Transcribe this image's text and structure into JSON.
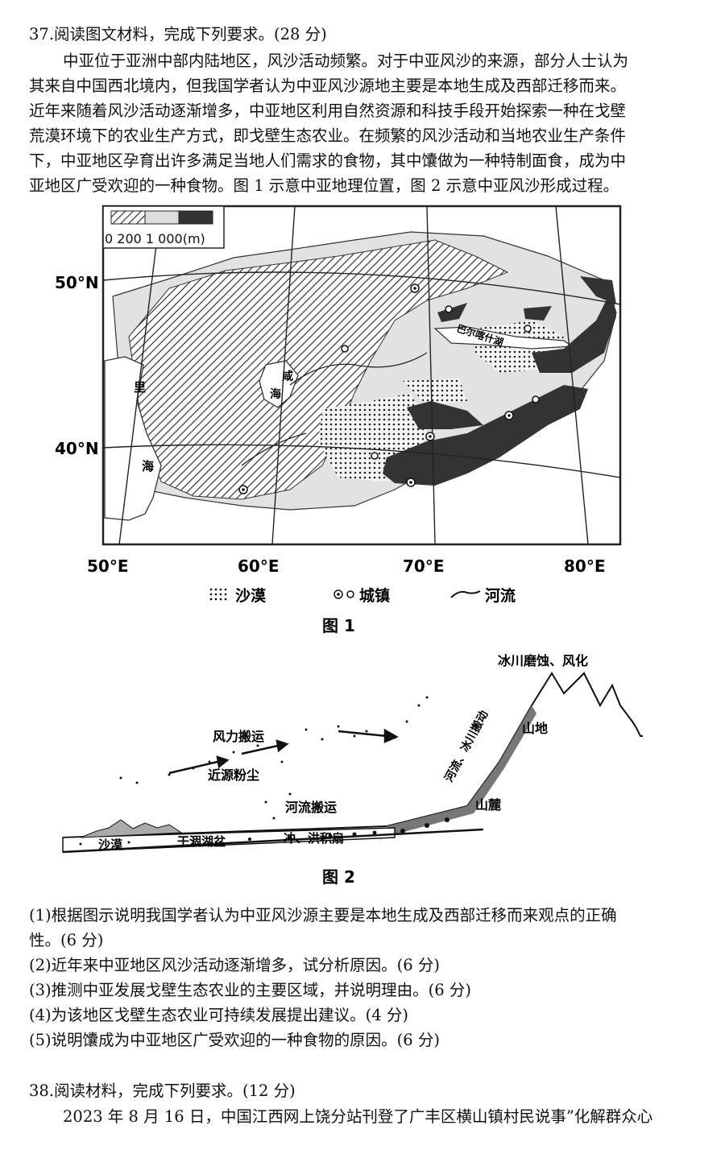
{
  "q37": {
    "heading": "37.阅读图文材料，完成下列要求。(28 分)",
    "para": [
      "中亚位于亚洲中部内陆地区，风沙活动频繁。对于中亚风沙的来源，部分人士认为",
      "其来自中国西北境内，但我国学者认为中亚风沙源地主要是本地生成及西部迁移而来。",
      "近年来随着风沙活动逐渐增多，中亚地区利用自然资源和科技手段开始探索一种在戈壁",
      "荒漠环境下的农业生产方式，即戈壁生态农业。在频繁的风沙活动和当地农业生产条件",
      "下，中亚地区孕育出许多满足当地人们需求的食物，其中馕做为一种特制面食，成为中",
      "亚地区广受欢迎的一种食物。图 1 示意中亚地理位置，图 2 示意中亚风沙形成过程。"
    ],
    "fig1": {
      "scale_label": "0  200 1 000(m)",
      "lat_labels": [
        "50°N",
        "40°N"
      ],
      "lon_labels": [
        "50°E",
        "60°E",
        "70°E",
        "80°E"
      ],
      "lake_labels": [
        "里",
        "海",
        "咸",
        "海",
        "巴尔喀什湖"
      ],
      "legend": [
        "沙漠",
        "城镇",
        "河流"
      ],
      "caption": "图 1"
    },
    "fig2": {
      "labels": {
        "glacier": "冰川磨蚀、风化",
        "mountain": "山地",
        "river_glacier": "河流、冰川搬动",
        "wind": "风力搬运",
        "dust": "近源粉尘",
        "river_transport": "河流搬运",
        "piedmont": "山麓",
        "desert": "沙漠",
        "lake_basin": "干涸湖盆",
        "alluvial": "冲、洪积扇"
      },
      "caption": "图 2"
    },
    "questions": [
      "(1)根据图示说明我国学者认为中亚风沙源主要是本地生成及西部迁移而来观点的正确",
      "性。(6 分)",
      "(2)近年来中亚地区风沙活动逐渐增多，试分析原因。(6 分)",
      "(3)推测中亚发展戈壁生态农业的主要区域，并说明理由。(6 分)",
      "(4)为该地区戈壁生态农业可持续发展提出建议。(4 分)",
      "(5)说明馕成为中亚地区广受欢迎的一种食物的原因。(6 分)"
    ]
  },
  "q38": {
    "heading": "38.阅读材料，完成下列要求。(12 分)",
    "para": "2023 年 8 月 16 日，中国江西网上饶分站刊登了广丰区横山镇村民说事”化解群众心"
  }
}
